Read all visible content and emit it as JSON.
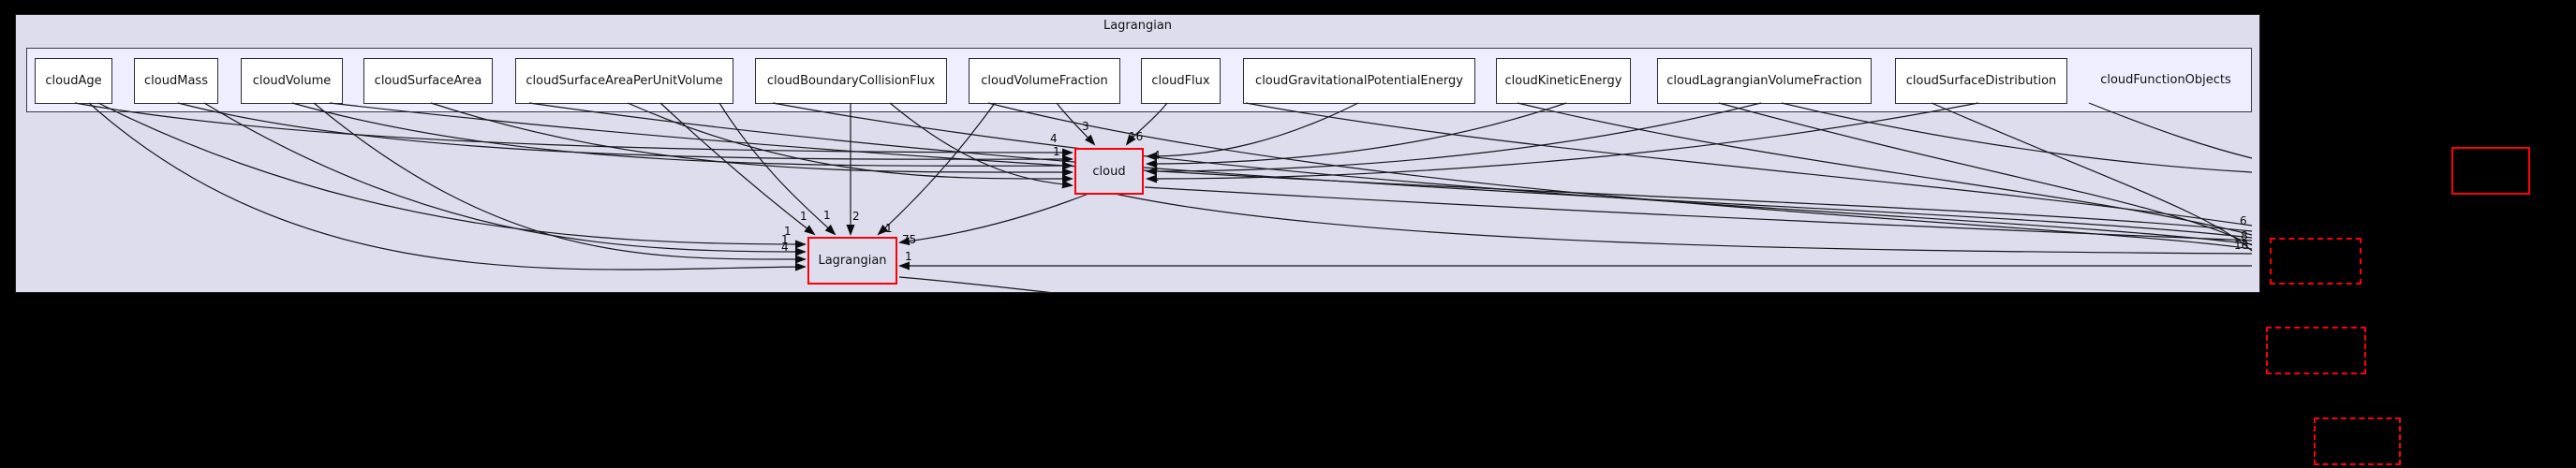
{
  "graph": {
    "outer_cluster": {
      "label": "Lagrangian"
    },
    "inner_cluster": {
      "label": "cloudFunctionObjects",
      "nodes": [
        {
          "label": "cloudAge"
        },
        {
          "label": "cloudMass"
        },
        {
          "label": "cloudVolume"
        },
        {
          "label": "cloudSurfaceArea"
        },
        {
          "label": "cloudSurfaceAreaPerUnitVolume"
        },
        {
          "label": "cloudBoundaryCollisionFlux"
        },
        {
          "label": "cloudVolumeFraction"
        },
        {
          "label": "cloudFlux"
        },
        {
          "label": "cloudGravitationalPotentialEnergy"
        },
        {
          "label": "cloudKineticEnergy"
        },
        {
          "label": "cloudLagrangianVolumeFraction"
        },
        {
          "label": "cloudSurfaceDistribution"
        }
      ]
    },
    "highlight_nodes": [
      {
        "label": "cloud"
      },
      {
        "label": "Lagrangian"
      }
    ],
    "external_boxes": 4,
    "edge_labels": [
      {
        "text": "3"
      },
      {
        "text": "16"
      },
      {
        "text": "4"
      },
      {
        "text": "1"
      },
      {
        "text": "4"
      },
      {
        "text": "3"
      },
      {
        "text": "1"
      },
      {
        "text": "1"
      },
      {
        "text": "1"
      },
      {
        "text": "2"
      },
      {
        "text": "1"
      },
      {
        "text": "1"
      },
      {
        "text": "1"
      },
      {
        "text": "4"
      },
      {
        "text": "75"
      },
      {
        "text": "1"
      },
      {
        "text": "6"
      },
      {
        "text": "8"
      },
      {
        "text": "16"
      }
    ]
  },
  "colors": {
    "canvas": "#000000",
    "outer_cluster_fill": "#ddddee",
    "inner_cluster_fill": "#eeeeff",
    "node_fill": "#ffffff",
    "node_border": "#2d2d35",
    "highlight_border": "#fb0007",
    "edge": "#16161a"
  }
}
